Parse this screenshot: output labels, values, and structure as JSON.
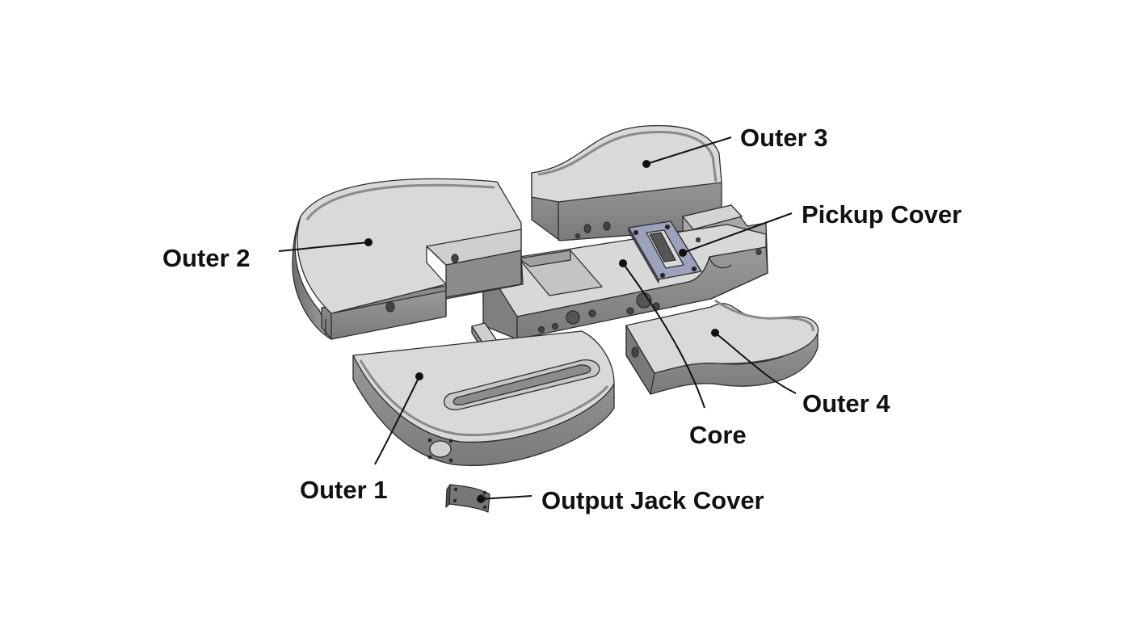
{
  "labels": {
    "outer1": "Outer 1",
    "outer2": "Outer 2",
    "outer3": "Outer 3",
    "outer4": "Outer 4",
    "core": "Core",
    "pickup_cover": "Pickup Cover",
    "output_jack_cover": "Output Jack Cover"
  },
  "colors": {
    "top_face": "#dadada",
    "side_face": "#8e8e8e",
    "side_dark": "#6f6f6f",
    "edge": "#2e2e2e",
    "pickup_cover": "#9da2bc",
    "jack_cover": "#777777",
    "leader": "#111111"
  }
}
